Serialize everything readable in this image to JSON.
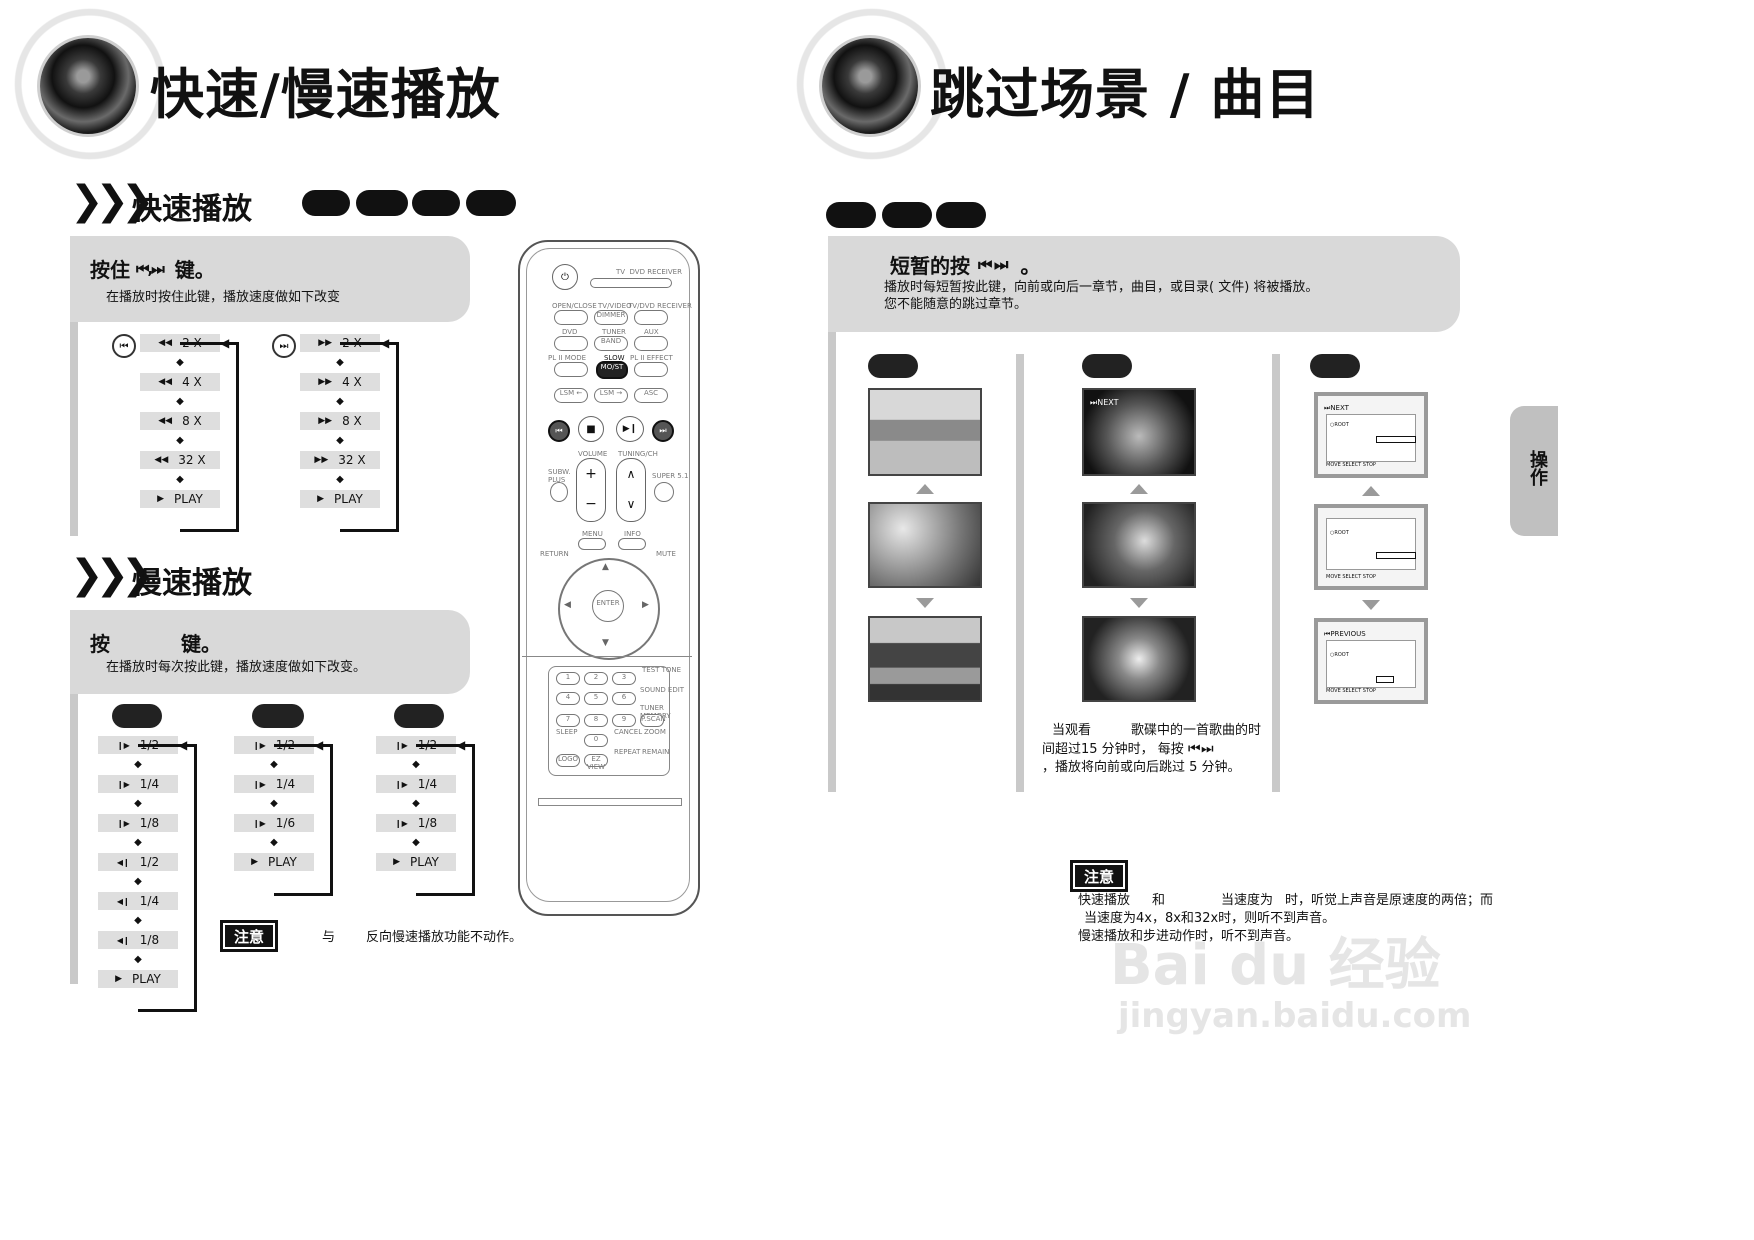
{
  "left_page": {
    "title": "快速/慢速播放",
    "fast": {
      "heading": "快速播放",
      "instruction_prefix": "按住",
      "instruction_suffix": "键。",
      "subtext": "在播放时按住此键，播放速度做如下改变",
      "rev_steps": [
        "2 X",
        "4 X",
        "8 X",
        "32 X",
        "PLAY"
      ],
      "fwd_steps": [
        "2 X",
        "4 X",
        "8 X",
        "32 X",
        "PLAY"
      ]
    },
    "slow": {
      "heading": "慢速播放",
      "instruction_prefix": "按",
      "instruction_suffix": "键。",
      "subtext": "在播放时每次按此键，播放速度做如下改变。",
      "col1_steps": [
        "1/2",
        "1/4",
        "1/8",
        "1/2",
        "1/4",
        "1/8",
        "PLAY"
      ],
      "col2_steps": [
        "1/2",
        "1/4",
        "1/6",
        "PLAY"
      ],
      "col3_steps": [
        "1/2",
        "1/4",
        "1/8",
        "PLAY"
      ]
    },
    "note": {
      "tag": "注意",
      "text_a": "与",
      "text_b": "反向慢速播放功能不动作。"
    }
  },
  "right_page": {
    "title": "跳过场景 / 曲目",
    "instruction_prefix": "短暂的按",
    "instruction_suffix": "。",
    "subtext_1": "播放时每短暂按此键，向前或向后一章节，曲目，或目录( 文件) 将被播放。",
    "subtext_2": "您不能随意的跳过章节。",
    "mp3_screens": {
      "top_label": "NEXT",
      "bottom_label": "PREVIOUS",
      "root_label": "ROOT",
      "footer_move": "MOVE",
      "footer_select": "SELECT",
      "footer_stop": "STOP"
    },
    "middle_label": "NEXT",
    "middle_note_1": "当观看",
    "middle_note_2": "歌碟中的一首歌曲的时",
    "middle_note_3": "间超过15  分钟时， 每按",
    "middle_note_4": "，播放将向前或向后跳过 5 分钟。",
    "side_tab": "操作",
    "note": {
      "tag": "注意",
      "line1_a": "快速播放",
      "line1_b": "和",
      "line1_c": "当速度为",
      "line1_d": "时，听觉上声音是原速度的两倍；而",
      "line2": "当速度为4x，8x和32x时，则听不到声音。",
      "line3": "慢速播放和步进动作时，听不到声音。"
    }
  },
  "remote": {
    "top_labels": [
      "TV",
      "DVD RECEIVER"
    ],
    "row1": [
      "OPEN/CLOSE",
      "TV/VIDEO",
      "TV/DVD RECEIVER"
    ],
    "row1_btn": [
      "",
      "DIMMER",
      ""
    ],
    "row2": [
      "DVD",
      "TUNER",
      "AUX"
    ],
    "row2_btn": [
      "",
      "BAND",
      ""
    ],
    "row3": [
      "PL II MODE",
      "SLOW",
      "PL II EFFECT"
    ],
    "row3_btn": [
      "",
      "MO/ST",
      ""
    ],
    "row4_btn": [
      "LSM ←",
      "LSM →",
      "ASC"
    ],
    "vol_label": "VOLUME",
    "tuning_label": "TUNING/CH",
    "sub_label": "SUBW. PLUS",
    "super_label": "SUPER 5.1",
    "menu_label": "MENU",
    "info_label": "INFO",
    "return_label": "RETURN",
    "mute_label": "MUTE",
    "enter_label": "ENTER",
    "numpad_right": [
      "TEST TONE",
      "SOUND EDIT",
      "TUNER MEMORY",
      "SLEEP",
      "CANCEL",
      "ZOOM",
      "REPEAT",
      "REMAIN"
    ],
    "keys": [
      "1",
      "2",
      "3",
      "4",
      "5",
      "6",
      "7",
      "8",
      "9",
      "0",
      "LOGO",
      "EZ VIEW"
    ],
    "side_keys": [
      "P.SCAN"
    ]
  },
  "watermark": {
    "line1": "Bai du 经验",
    "line2": "jingyan.baidu.com"
  }
}
